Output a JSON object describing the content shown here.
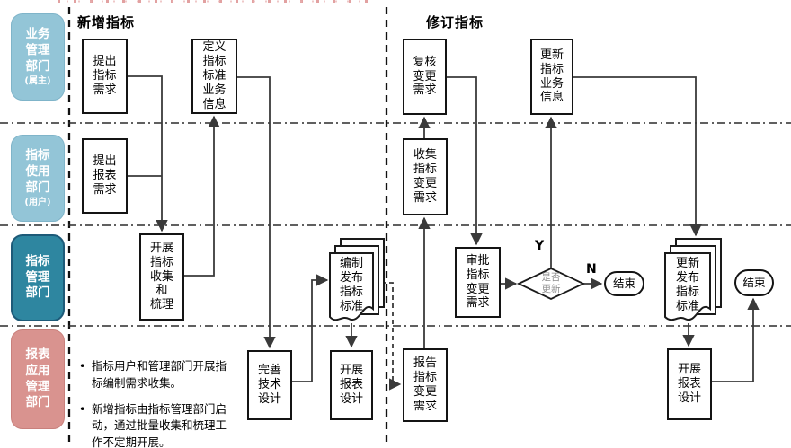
{
  "page": {
    "background": "#ffffff"
  },
  "decoration": {
    "top_artifact_color": "#DD9090",
    "note": "cropped red underline remnants along top edge"
  },
  "colors": {
    "lane_light_blue": "#93C5D7",
    "lane_teal": "#2E86A0",
    "lane_pink": "#D9938F",
    "box_border": "#141414",
    "connector": "#3A3A3A",
    "decision_text": "#8E8E8E"
  },
  "sections": {
    "new": {
      "title": "新增指标"
    },
    "revise": {
      "title": "修订指标"
    }
  },
  "lanes": {
    "business": {
      "label": "业务\n管理\n部门",
      "sub": "(属主)"
    },
    "user": {
      "label": "指标\n使用\n部门",
      "sub": "(用户)"
    },
    "index_mgmt": {
      "label": "指标\n管理\n部门"
    },
    "report_app": {
      "label": "报表\n应用\n管理\n部门"
    }
  },
  "nodes": {
    "propose_index": {
      "label": "提出\n指标\n需求",
      "type": "process"
    },
    "define_info": {
      "label": "定义\n指标\n标准\n业务\n信息",
      "type": "process"
    },
    "propose_report": {
      "label": "提出\n报表\n需求",
      "type": "process"
    },
    "collect_sort": {
      "label": "开展\n指标\n收集\n和\n梳理",
      "type": "process"
    },
    "tech_design": {
      "label": "完善\n技术\n设计",
      "type": "process"
    },
    "publish_standard": {
      "label": "编制\n发布\n指标\n标准",
      "type": "multi-document"
    },
    "report_design_new": {
      "label": "开展\n报表\n设计",
      "type": "process"
    },
    "review_change": {
      "label": "复核\n变更\n需求",
      "type": "process"
    },
    "update_info": {
      "label": "更新\n指标\n业务\n信息",
      "type": "process"
    },
    "collect_change": {
      "label": "收集\n指标\n变更\n需求",
      "type": "process"
    },
    "approve_change": {
      "label": "审批\n指标\n变更\n需求",
      "type": "process"
    },
    "decision_update": {
      "label": "是否\n更新",
      "type": "decision"
    },
    "end_no": {
      "label": "结束",
      "type": "terminator"
    },
    "update_standard": {
      "label": "更新\n发布\n指标\n标准",
      "type": "multi-document"
    },
    "end_revise": {
      "label": "结束",
      "type": "terminator"
    },
    "report_change": {
      "label": "报告\n指标\n变更\n需求",
      "type": "process"
    },
    "report_design_rev": {
      "label": "开展\n报表\n设计",
      "type": "process"
    }
  },
  "edge_labels": {
    "yes": "Y",
    "no": "N"
  },
  "notes": {
    "bullet": "•",
    "items": [
      "指标用户和管理部门开展指标编制需求收集。",
      "新增指标由指标管理部门启动，通过批量收集和梳理工作不定期开展。"
    ]
  }
}
